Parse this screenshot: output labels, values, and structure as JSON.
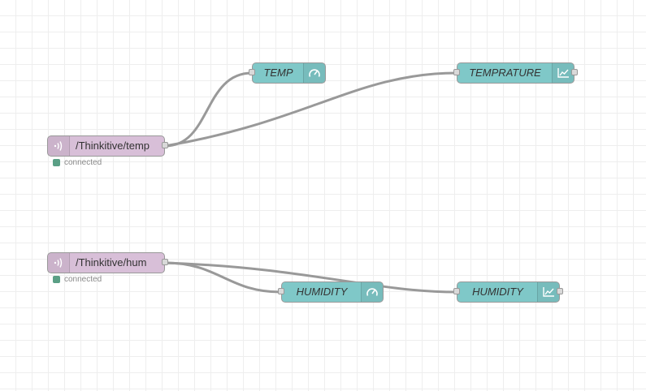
{
  "nodes": {
    "mqtt_temp": {
      "label": "/Thinkitive/temp",
      "icon": "bridge-icon",
      "status": "connected"
    },
    "mqtt_hum": {
      "label": "/Thinkitive/hum",
      "icon": "bridge-icon",
      "status": "connected"
    },
    "gauge_temp": {
      "label": "TEMP",
      "icon": "gauge-icon"
    },
    "chart_temp": {
      "label": "TEMPRATURE",
      "icon": "chart-icon"
    },
    "gauge_hum": {
      "label": "HUMIDITY",
      "icon": "gauge-icon"
    },
    "chart_hum": {
      "label": "HUMIDITY",
      "icon": "chart-icon"
    }
  },
  "colors": {
    "mqtt_node": "#d8bfd8",
    "ui_node": "#7fc8c8",
    "wire": "#999999",
    "status_connected": "#5a9f85",
    "grid": "#eeeeee"
  }
}
